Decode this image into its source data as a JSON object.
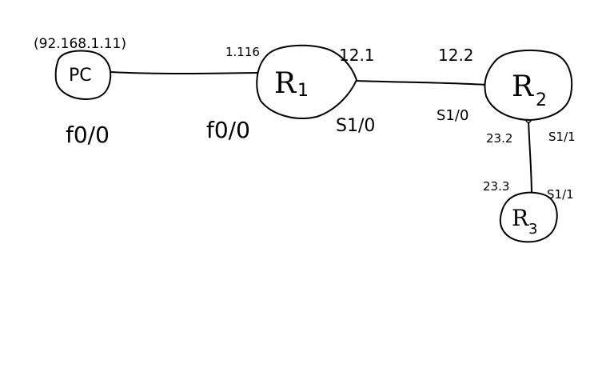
{
  "nodes": {
    "pc": {
      "label": "PC"
    },
    "r1": {
      "label": "R"
    },
    "r2": {
      "label": "R"
    },
    "r3": {
      "label": "R"
    }
  },
  "labels": {
    "pc_ip": "(92.168.1.11)",
    "pc_port": "f0/0",
    "r1_f0_ip": "1.116",
    "r1_f0_port": "f0/0",
    "r1_s1_ip": "12.1",
    "r1_s1_port": "S1/0",
    "r2_s1_ip": "12.2",
    "r2_s1_port": "S1/0",
    "r2_s11_ip": "23.2",
    "r2_s11_port": "S1/1",
    "r3_ip": "23.3",
    "r3_port": "S1/1"
  }
}
